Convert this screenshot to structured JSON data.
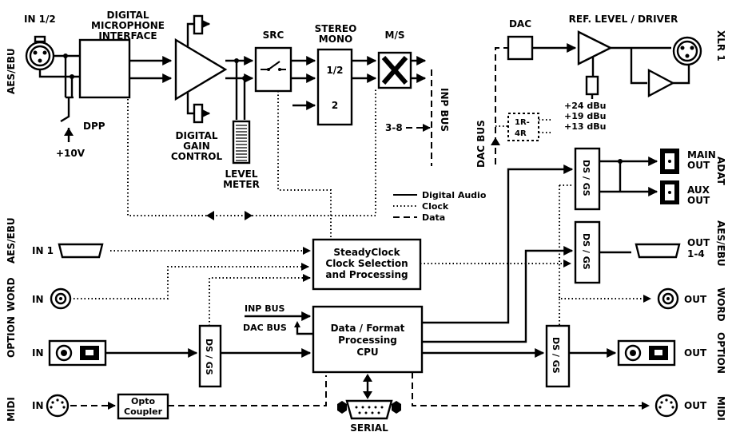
{
  "blocks": {
    "in12": "IN 1/2",
    "dmi": [
      "DIGITAL",
      "MICROPHONE",
      "INTERFACE"
    ],
    "src": "SRC",
    "stereo_mono": [
      "STEREO",
      "MONO"
    ],
    "sm_ports": [
      "1/2",
      "2"
    ],
    "ms": "M/S",
    "dac": "DAC",
    "ref_level": "REF. LEVEL / DRIVER",
    "xlr1": "XLR 1",
    "dpp": "DPP",
    "plus10v": "+10V",
    "dgc": [
      "DIGITAL",
      "GAIN",
      "CONTROL"
    ],
    "level_meter": [
      "LEVEL",
      "METER"
    ],
    "ch38": "3-8",
    "inp_bus_v": "INP BUS",
    "dac_bus_v": "DAC BUS",
    "levels": [
      "+24 dBu",
      "+19 dBu",
      "+13 dBu"
    ],
    "r1": "1R-",
    "r4": "4R",
    "steadyclock": [
      "SteadyClock",
      "Clock Selection",
      "and Processing"
    ],
    "cpu": [
      "Data / Format",
      "Processing",
      "CPU"
    ],
    "inp_bus_h": "INP BUS",
    "dac_bus_h": "DAC BUS",
    "dsgs": "DS / GS",
    "opto": [
      "Opto",
      "Coupler"
    ],
    "serial": "SERIAL"
  },
  "legend": {
    "digital_audio": "Digital Audio",
    "clock": "Clock",
    "data": "Data"
  },
  "left": {
    "aes_ebu_top": "AES/EBU",
    "aes_ebu": "AES/EBU",
    "aes_in": "IN 1",
    "word": "WORD",
    "word_in": "IN",
    "option": "OPTION",
    "option_in": "IN",
    "midi": "MIDI",
    "midi_in": "IN"
  },
  "right": {
    "adat": "ADAT",
    "main_out": [
      "MAIN",
      "OUT"
    ],
    "aux_out": [
      "AUX",
      "OUT"
    ],
    "aes_ebu": "AES/EBU",
    "aes_out": [
      "OUT",
      "1-4"
    ],
    "word": "WORD",
    "word_out": "OUT",
    "option": "OPTION",
    "option_out": "OUT",
    "midi": "MIDI",
    "midi_out": "OUT"
  }
}
